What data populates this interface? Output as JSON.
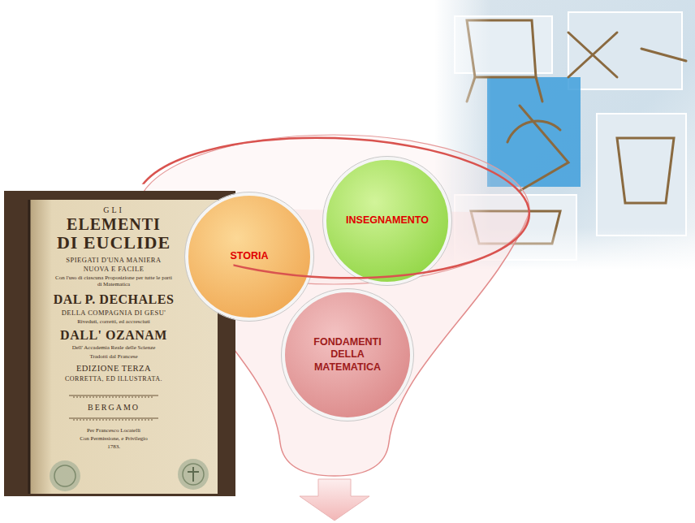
{
  "diagram": {
    "nodes": [
      {
        "text": [
          "STORIA"
        ]
      },
      {
        "text": [
          "INSEGNAMENTO"
        ]
      },
      {
        "text": [
          "FONDAMENTI DELLA MATEMATICA"
        ]
      }
    ],
    "labels": [
      "GLI",
      "ELEMENTI",
      "DI EUCLIDE",
      "SPIEGATI D'UNA MANIERA",
      "NUOVA E FACILE",
      "Con l'uso di ciascuna Proposizione per tutte le parti di Matematica",
      "DAL P. DECHALES",
      "DELLA COMPAGNIA DI GESU'",
      "Riveduti, corretti, ed accresciuti",
      "DALL' OZANAM",
      "Dell' Accademia Reale delle Scienze",
      "Tradotti dal Francese",
      "EDIZIONE TERZA",
      "CORRETTA, ED ILLUSTRATA.",
      "BERGAMO",
      "Per Francesco Locatelli",
      "Con Permissione, e Privilegio",
      "1783."
    ]
  }
}
